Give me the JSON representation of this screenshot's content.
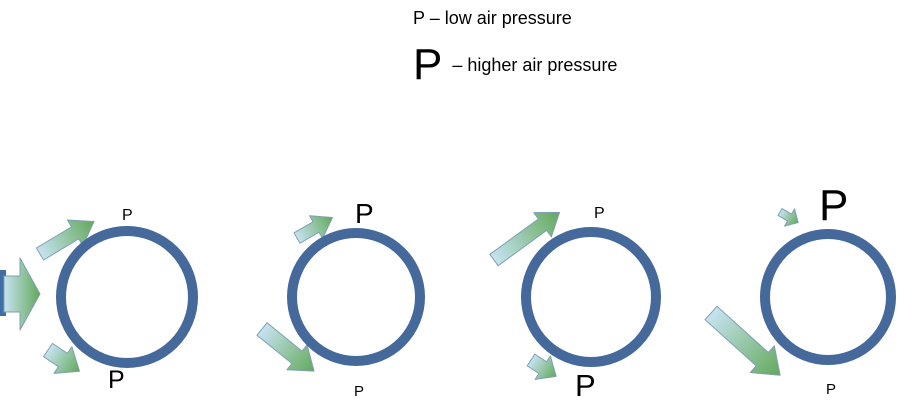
{
  "legend": {
    "low_symbol": "P",
    "low_text": "– low air pressure",
    "high_symbol": "P",
    "high_text": "– higher air pressure"
  },
  "colors": {
    "ring": "#44699a",
    "arrow_light": "#c6e3f1",
    "arrow_dark": "#63a95a",
    "arrow_stroke": "#7f9fb4"
  },
  "panels": [
    {
      "top_label": "P",
      "top_size": "low",
      "bottom_label": "P",
      "bottom_size": "high"
    },
    {
      "top_label": "P",
      "top_size": "high",
      "bottom_label": "P",
      "bottom_size": "low"
    },
    {
      "top_label": "P",
      "top_size": "low",
      "bottom_label": "P",
      "bottom_size": "high"
    },
    {
      "top_label": "P",
      "top_size": "high",
      "bottom_label": "P",
      "bottom_size": "low"
    }
  ]
}
